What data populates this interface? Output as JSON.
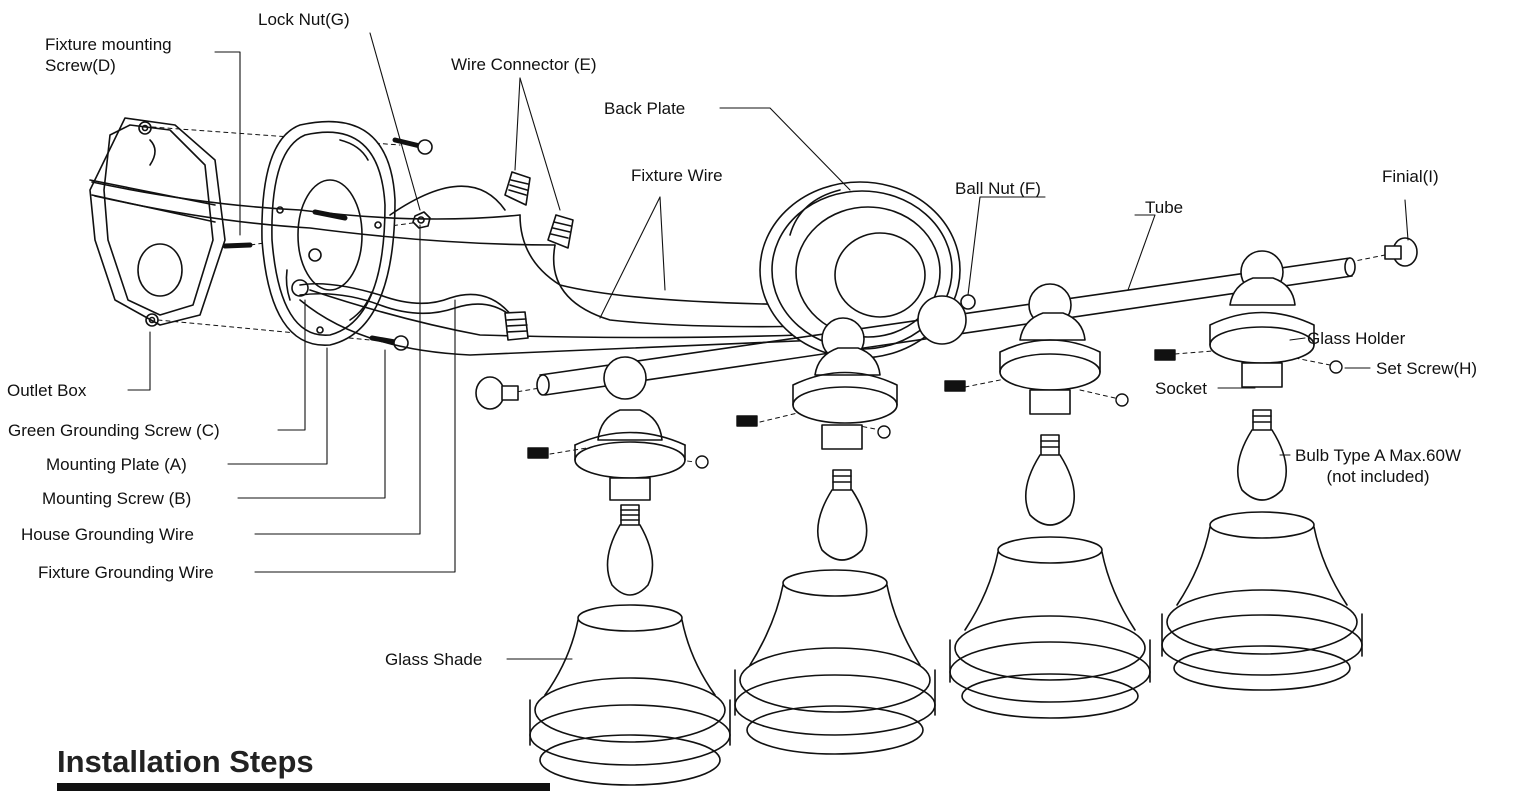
{
  "labels": {
    "fixture_mounting_screw": "Fixture mounting\nScrew(D)",
    "lock_nut": "Lock Nut(G)",
    "wire_connector": "Wire Connector (E)",
    "back_plate": "Back Plate",
    "fixture_wire": "Fixture Wire",
    "ball_nut": "Ball Nut (F)",
    "tube": "Tube",
    "finial": "Finial(I)",
    "glass_holder": "Glass Holder",
    "set_screw": "Set Screw(H)",
    "socket": "Socket",
    "bulb_type": "Bulb Type A Max.60W\n(not included)",
    "outlet_box": "Outlet Box",
    "green_grounding_screw": "Green Grounding Screw (C)",
    "mounting_plate": "Mounting Plate (A)",
    "mounting_screw": "Mounting Screw (B)",
    "house_grounding_wire": "House Grounding Wire",
    "fixture_grounding_wire": "Fixture Grounding Wire",
    "glass_shade": "Glass Shade"
  },
  "section_heading": "Installation Steps"
}
